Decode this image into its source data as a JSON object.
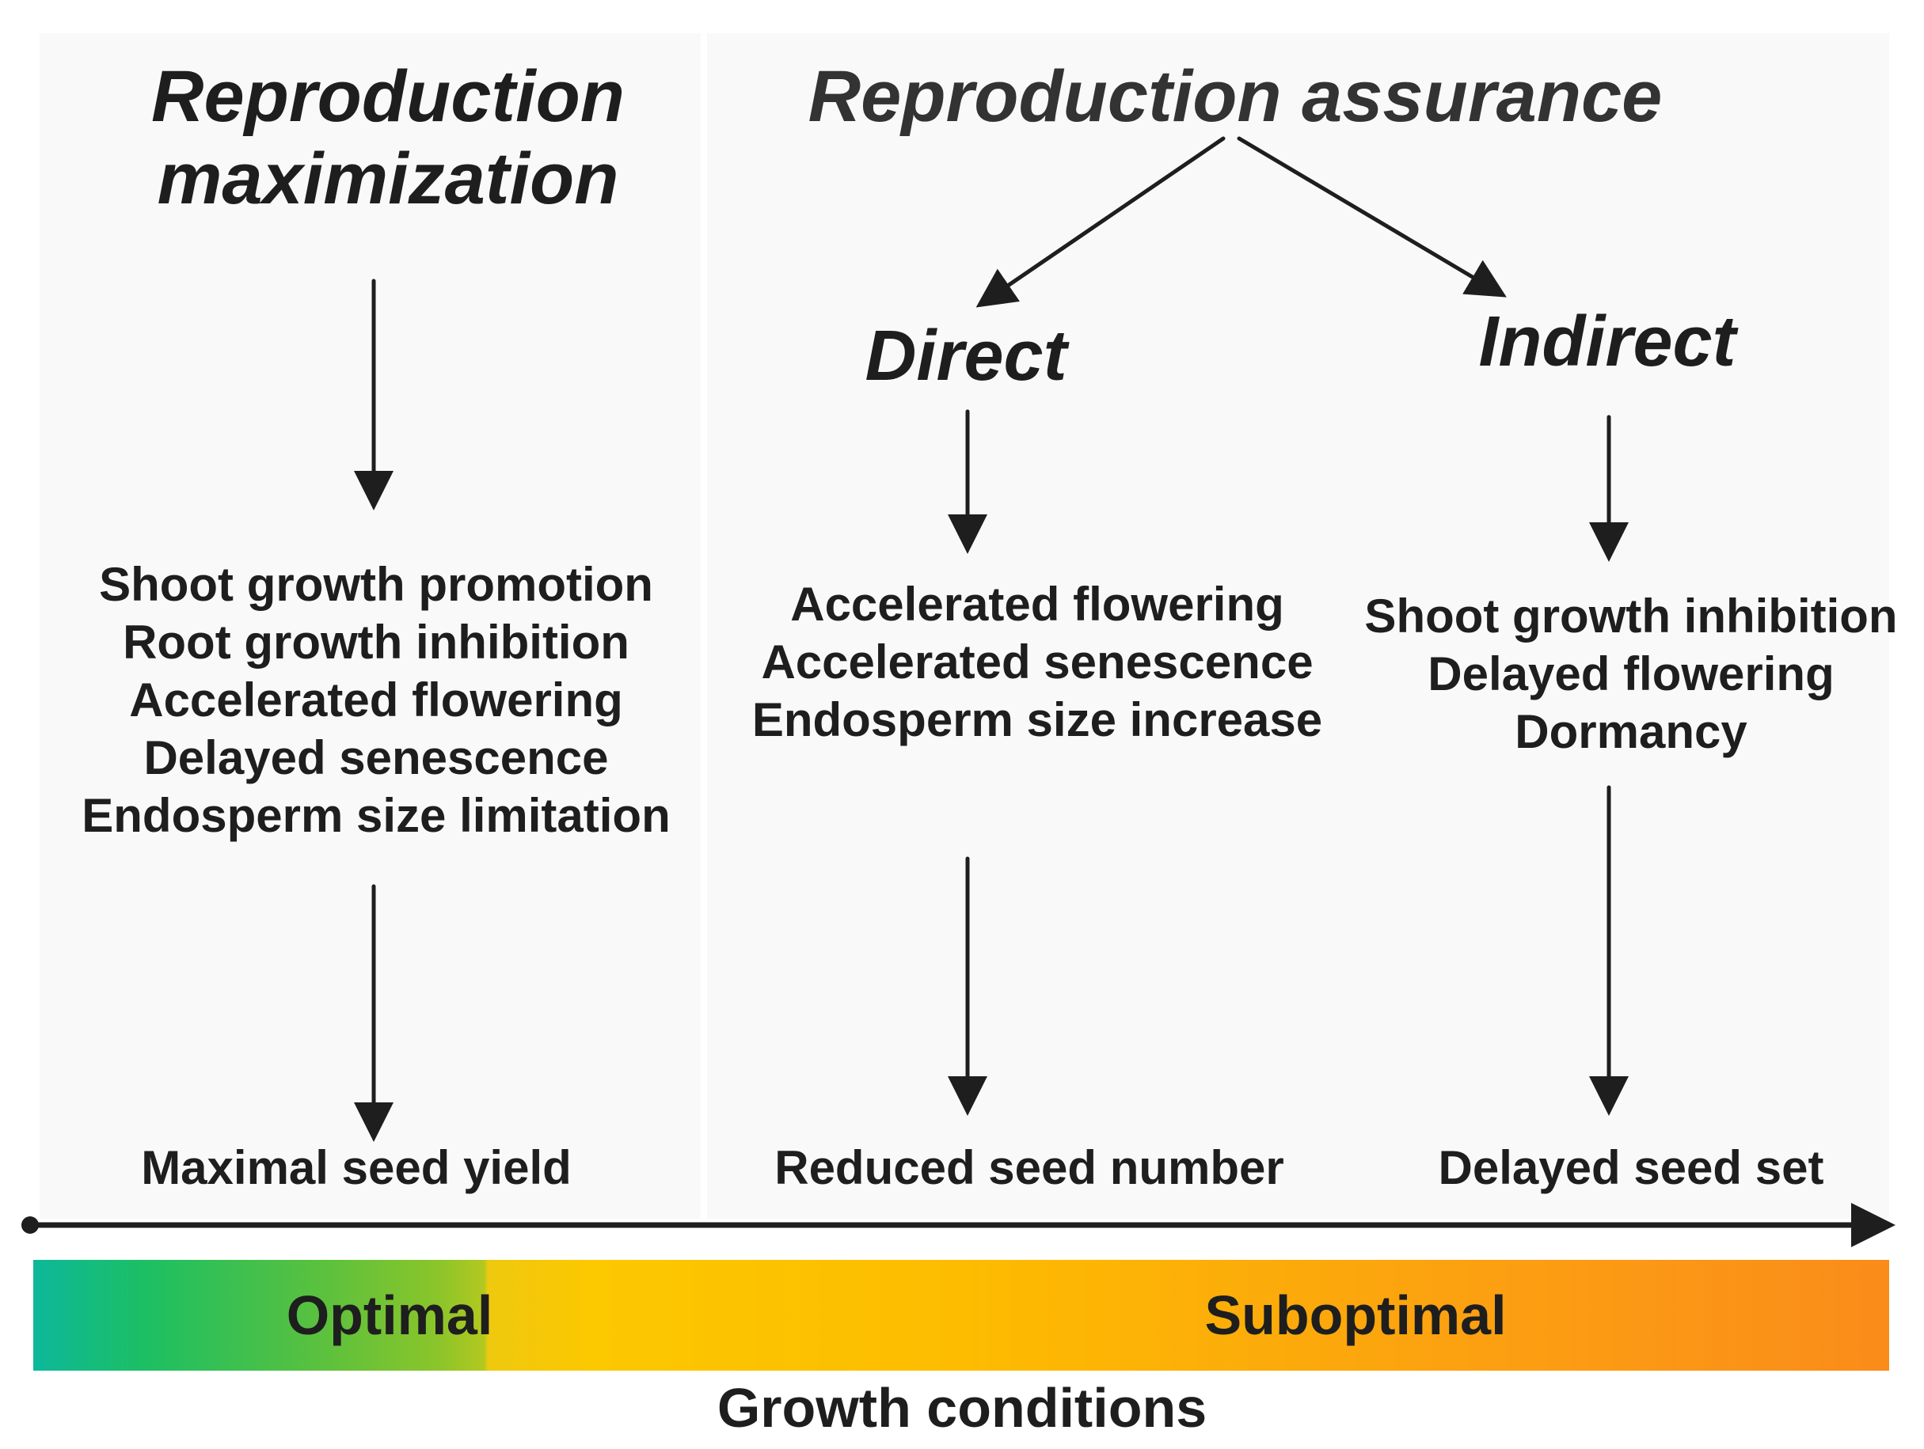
{
  "left": {
    "title_line1": "Reproduction",
    "title_line2": "maximization",
    "effects": [
      "Shoot growth promotion",
      "Root growth inhibition",
      "Accelerated flowering",
      "Delayed senescence",
      "Endosperm size limitation"
    ],
    "outcome": "Maximal seed yield"
  },
  "right": {
    "title": "Reproduction assurance",
    "direct": {
      "label": "Direct",
      "effects": [
        "Accelerated flowering",
        "Accelerated senescence",
        "Endosperm size increase"
      ],
      "outcome": "Reduced seed number"
    },
    "indirect": {
      "label": "Indirect",
      "effects": [
        "Shoot growth inhibition",
        "Delayed flowering",
        "Dormancy"
      ],
      "outcome": "Delayed seed set"
    }
  },
  "axis": {
    "title": "Growth conditions",
    "optimal_label": "Optimal",
    "suboptimal_label": "Suboptimal"
  },
  "colors": {
    "text": "#1e1e1e",
    "panel": "#f9f9f9",
    "gradient_start": "#0cb89a",
    "gradient_mid": "#fcc800",
    "gradient_end": "#fa8c1a"
  }
}
